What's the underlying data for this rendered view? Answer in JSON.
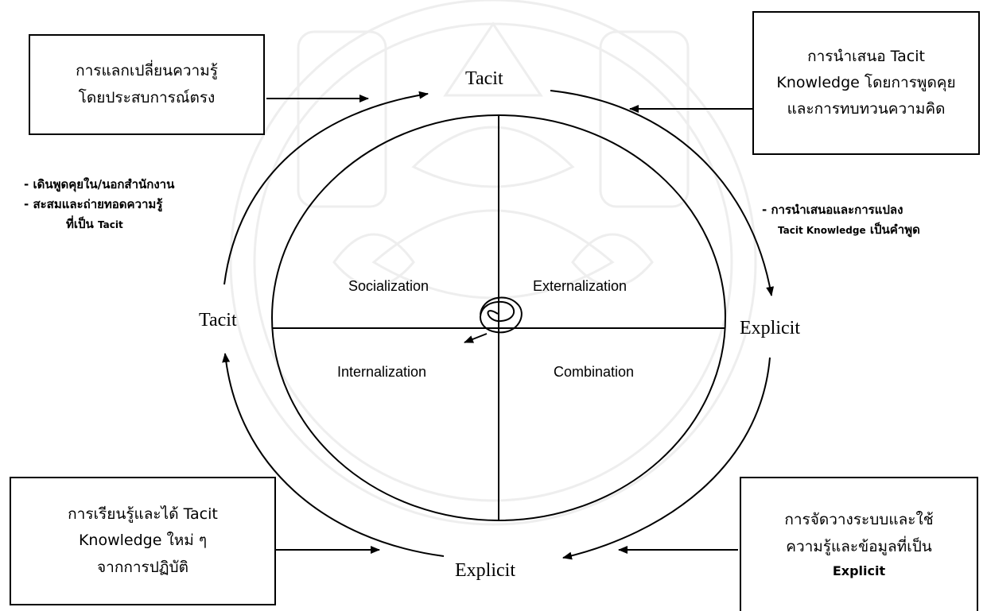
{
  "colors": {
    "ink": "#000000",
    "background": "#ffffff",
    "watermark": "#cfcfcf"
  },
  "nodes": {
    "top": "Tacit",
    "left": "Tacit",
    "right": "Explicit",
    "bottom": "Explicit"
  },
  "quadrants": {
    "socialization": "Socialization",
    "externalization": "Externalization",
    "internalization": "Internalization",
    "combination": "Combination"
  },
  "boxes": {
    "top_left": {
      "lines": [
        "การแลกเปลี่ยนความรู้",
        "โดยประสบการณ์ตรง"
      ]
    },
    "top_right": {
      "lines": [
        "การนำเสนอ Tacit",
        "Knowledge โดยการพูดคุย",
        "และการทบทวนความคิด"
      ]
    },
    "bottom_left": {
      "lines": [
        "การเรียนรู้และได้ Tacit",
        "Knowledge ใหม่ ๆ",
        "จากการปฏิบัติ"
      ]
    },
    "bottom_right": {
      "lines": [
        "การจัดวางระบบและใช้",
        "ความรู้และข้อมูลที่เป็น",
        "Explicit"
      ]
    }
  },
  "notes": {
    "left": {
      "line1": "-  เดินพูดคุยใน/นอกสำนักงาน",
      "line2": "-  สะสมและถ่ายทอดความรู้",
      "line3_thai": "ที่เป็น",
      "line3_en": "Tacit"
    },
    "right": {
      "line1": "-  การนำเสนอและการแปลง",
      "line2_en": "Tacit Knowledge",
      "line2_thai": "เป็นคำพูด"
    }
  }
}
